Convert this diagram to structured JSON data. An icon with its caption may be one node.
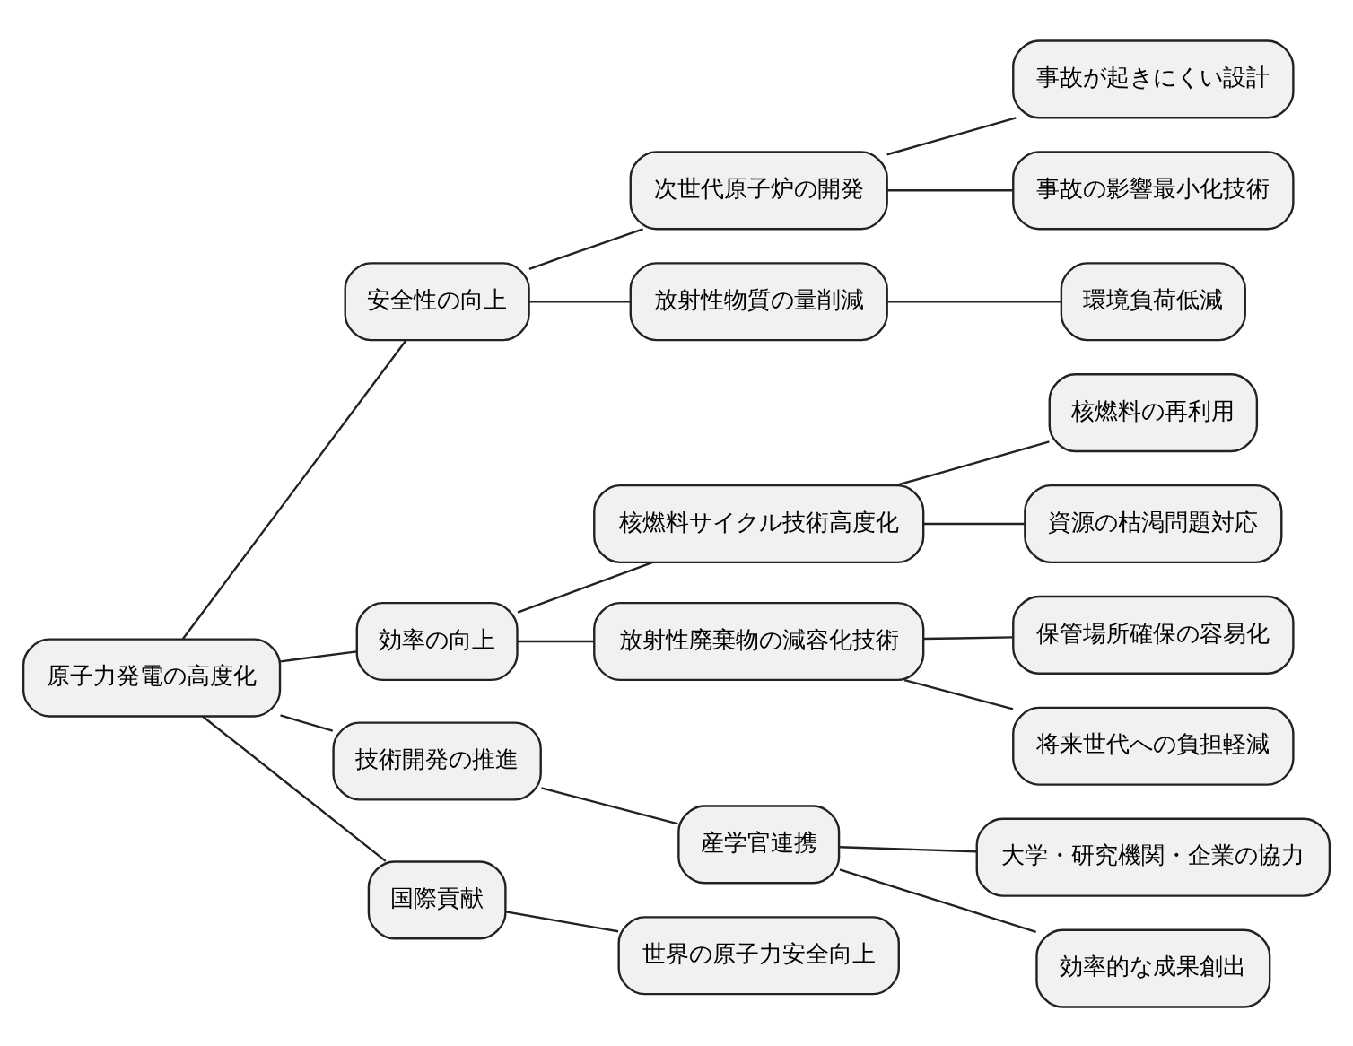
{
  "diagram": {
    "nodes": [
      {
        "text": [
          "原子力発電の高度化"
        ]
      },
      {
        "text": [
          "安全性の向上"
        ]
      },
      {
        "text": [
          "次世代原子炉の開発"
        ]
      },
      {
        "text": [
          "事故が起きにくい設計"
        ]
      },
      {
        "text": [
          "事故の影響最小化技術"
        ]
      },
      {
        "text": [
          "放射性物質の量削減"
        ]
      },
      {
        "text": [
          "環境負荷低減"
        ]
      },
      {
        "text": [
          "効率の向上"
        ]
      },
      {
        "text": [
          "核燃料サイクル技術高度化"
        ]
      },
      {
        "text": [
          "核燃料の再利用"
        ]
      },
      {
        "text": [
          "資源の枯渇問題対応"
        ]
      },
      {
        "text": [
          "放射性廃棄物の減容化技術"
        ]
      },
      {
        "text": [
          "保管場所確保の容易化"
        ]
      },
      {
        "text": [
          "将来世代への負担軽減"
        ]
      },
      {
        "text": [
          "技術開発の推進"
        ]
      },
      {
        "text": [
          "産学官連携"
        ]
      },
      {
        "text": [
          "大学・研究機関・企業の協力"
        ]
      },
      {
        "text": [
          "効率的な成果創出"
        ]
      },
      {
        "text": [
          "国際貢献"
        ]
      },
      {
        "text": [
          "世界の原子力安全向上"
        ]
      }
    ],
    "edges": [
      {
        "from": 0,
        "to": 1,
        "arrow": "none"
      },
      {
        "from": 1,
        "to": 2,
        "arrow": "none"
      },
      {
        "from": 2,
        "to": 3,
        "arrow": "none"
      },
      {
        "from": 2,
        "to": 4,
        "arrow": "none"
      },
      {
        "from": 1,
        "to": 5,
        "arrow": "none"
      },
      {
        "from": 5,
        "to": 6,
        "arrow": "none"
      },
      {
        "from": 0,
        "to": 7,
        "arrow": "none"
      },
      {
        "from": 7,
        "to": 8,
        "arrow": "none"
      },
      {
        "from": 8,
        "to": 9,
        "arrow": "none"
      },
      {
        "from": 8,
        "to": 10,
        "arrow": "none"
      },
      {
        "from": 7,
        "to": 11,
        "arrow": "none"
      },
      {
        "from": 11,
        "to": 12,
        "arrow": "none"
      },
      {
        "from": 11,
        "to": 13,
        "arrow": "none"
      },
      {
        "from": 0,
        "to": 14,
        "arrow": "none"
      },
      {
        "from": 14,
        "to": 15,
        "arrow": "none"
      },
      {
        "from": 15,
        "to": 16,
        "arrow": "none"
      },
      {
        "from": 15,
        "to": 17,
        "arrow": "none"
      },
      {
        "from": 0,
        "to": 18,
        "arrow": "none"
      },
      {
        "from": 18,
        "to": 19,
        "arrow": "none"
      }
    ]
  }
}
